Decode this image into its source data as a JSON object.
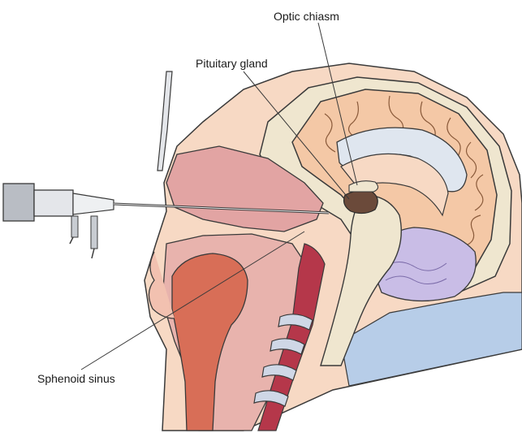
{
  "labels": {
    "optic_chiasm": "Optic chiasm",
    "pituitary_gland": "Pituitary gland",
    "sphenoid_sinus": "Sphenoid sinus"
  },
  "colors": {
    "skin": "#f7d9c4",
    "skull": "#efe6cf",
    "brain": "#f4c8a6",
    "cerebellum": "#c9bde6",
    "ventricle": "#dfe6ef",
    "airway": "#e2a4a3",
    "tongue": "#d86e57",
    "spinal_canal": "#b5374a",
    "vertebra": "#cfd7e6",
    "csf_blue": "#b7cde8",
    "line": "#3a3a3a"
  }
}
